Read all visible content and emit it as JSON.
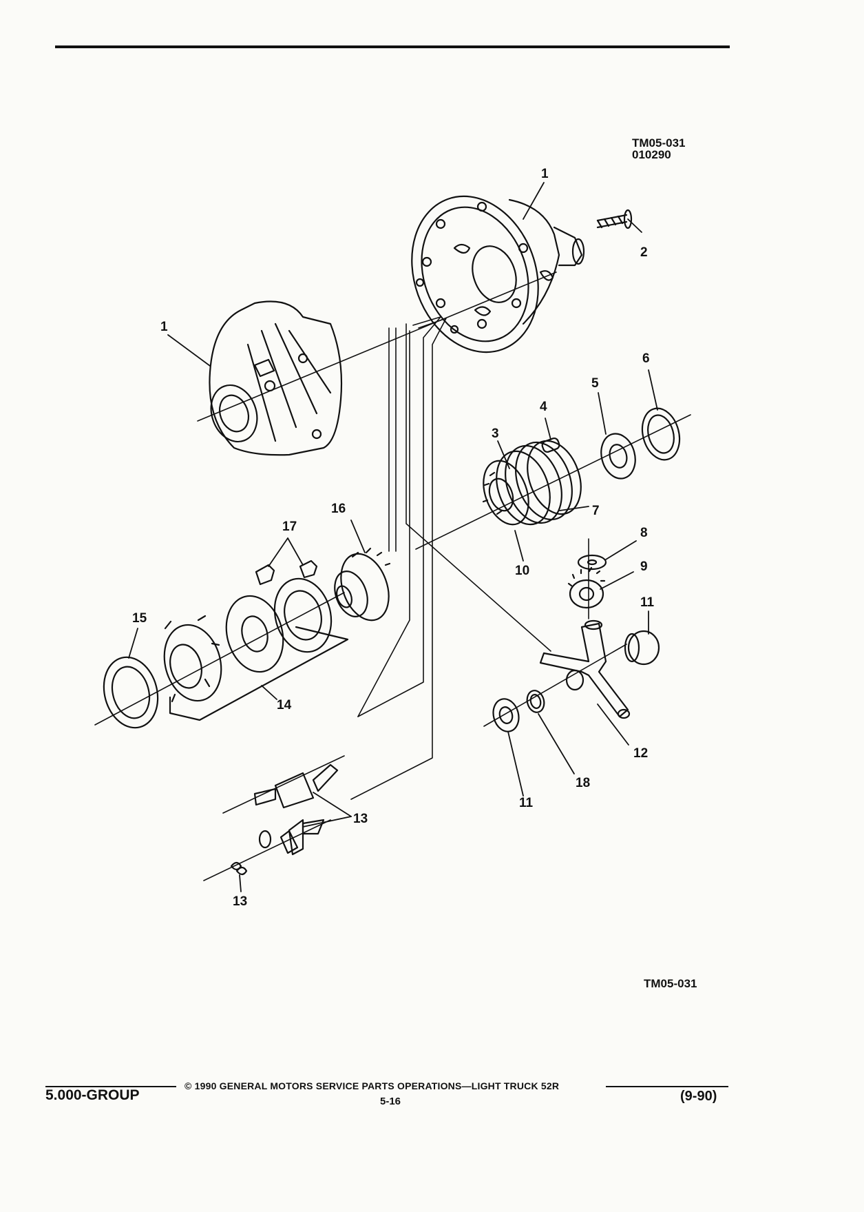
{
  "figure": {
    "code_top": "TM05-031",
    "date_code": "010290",
    "code_bottom": "TM05-031"
  },
  "callouts": [
    "1",
    "2",
    "1",
    "6",
    "5",
    "4",
    "3",
    "7",
    "16",
    "17",
    "8",
    "10",
    "9",
    "11",
    "15",
    "14",
    "12",
    "18",
    "11",
    "13",
    "13"
  ],
  "footer": {
    "group": "5.000-GROUP",
    "copyright": "© 1990 GENERAL MOTORS SERVICE PARTS OPERATIONS—LIGHT TRUCK 52R",
    "page": "5-16",
    "revision": "(9-90)"
  }
}
